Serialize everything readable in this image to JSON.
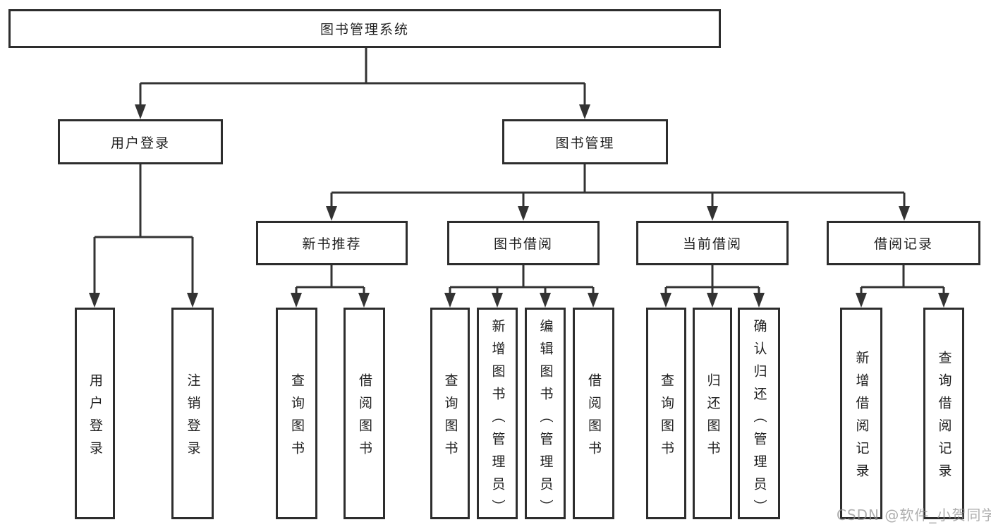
{
  "diagram": {
    "root": {
      "label": "图书管理系统"
    },
    "branches": [
      {
        "label": "用户登录",
        "children": [
          {
            "label": "用户登录"
          },
          {
            "label": "注销登录"
          }
        ]
      },
      {
        "label": "图书管理",
        "children": [
          {
            "label": "新书推荐",
            "children": [
              {
                "label": "查询图书"
              },
              {
                "label": "借阅图书"
              }
            ]
          },
          {
            "label": "图书借阅",
            "children": [
              {
                "label": "查询图书"
              },
              {
                "label": "新增图书（管理员）"
              },
              {
                "label": "编辑图书（管理员）"
              },
              {
                "label": "借阅图书"
              }
            ]
          },
          {
            "label": "当前借阅",
            "children": [
              {
                "label": "查询图书"
              },
              {
                "label": "归还图书"
              },
              {
                "label": "确认归还（管理员）"
              }
            ]
          },
          {
            "label": "借阅记录",
            "children": [
              {
                "label": "新增借阅记录"
              },
              {
                "label": "查询借阅记录"
              }
            ]
          }
        ]
      }
    ]
  },
  "watermark": {
    "text": "CSDN @软件_小贺同学"
  },
  "colors": {
    "background": "#ffffff",
    "line": "#333333",
    "box_border": "#2d2d2d",
    "text": "#1f1f1f",
    "watermark": "#8f8f8f"
  }
}
